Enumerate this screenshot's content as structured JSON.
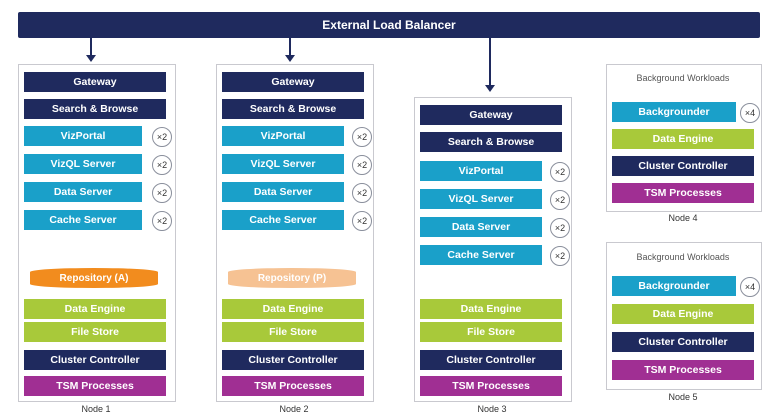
{
  "load_balancer": "External Load Balancer",
  "nodes": {
    "node1": {
      "caption": "Node 1",
      "gateway": "Gateway",
      "search": "Search & Browse",
      "vizportal": "VizPortal",
      "vizql": "VizQL Server",
      "dataserver": "Data Server",
      "cache": "Cache Server",
      "repository": "Repository (A)",
      "dataengine": "Data Engine",
      "filestore": "File Store",
      "cluster": "Cluster Controller",
      "tsm": "TSM Processes"
    },
    "node2": {
      "caption": "Node 2",
      "gateway": "Gateway",
      "search": "Search & Browse",
      "vizportal": "VizPortal",
      "vizql": "VizQL Server",
      "dataserver": "Data Server",
      "cache": "Cache Server",
      "repository": "Repository (P)",
      "dataengine": "Data Engine",
      "filestore": "File Store",
      "cluster": "Cluster Controller",
      "tsm": "TSM Processes"
    },
    "node3": {
      "caption": "Node 3",
      "gateway": "Gateway",
      "search": "Search & Browse",
      "vizportal": "VizPortal",
      "vizql": "VizQL Server",
      "dataserver": "Data Server",
      "cache": "Cache Server",
      "dataengine": "Data Engine",
      "filestore": "File Store",
      "cluster": "Cluster Controller",
      "tsm": "TSM Processes"
    },
    "node4": {
      "caption": "Node 4",
      "title": "Background Workloads",
      "backgrounder": "Backgrounder",
      "dataengine": "Data Engine",
      "cluster": "Cluster Controller",
      "tsm": "TSM Processes"
    },
    "node5": {
      "caption": "Node 5",
      "title": "Background Workloads",
      "backgrounder": "Backgrounder",
      "dataengine": "Data Engine",
      "cluster": "Cluster Controller",
      "tsm": "TSM Processes"
    }
  },
  "badges": {
    "x2": "×2",
    "x4": "×4"
  }
}
